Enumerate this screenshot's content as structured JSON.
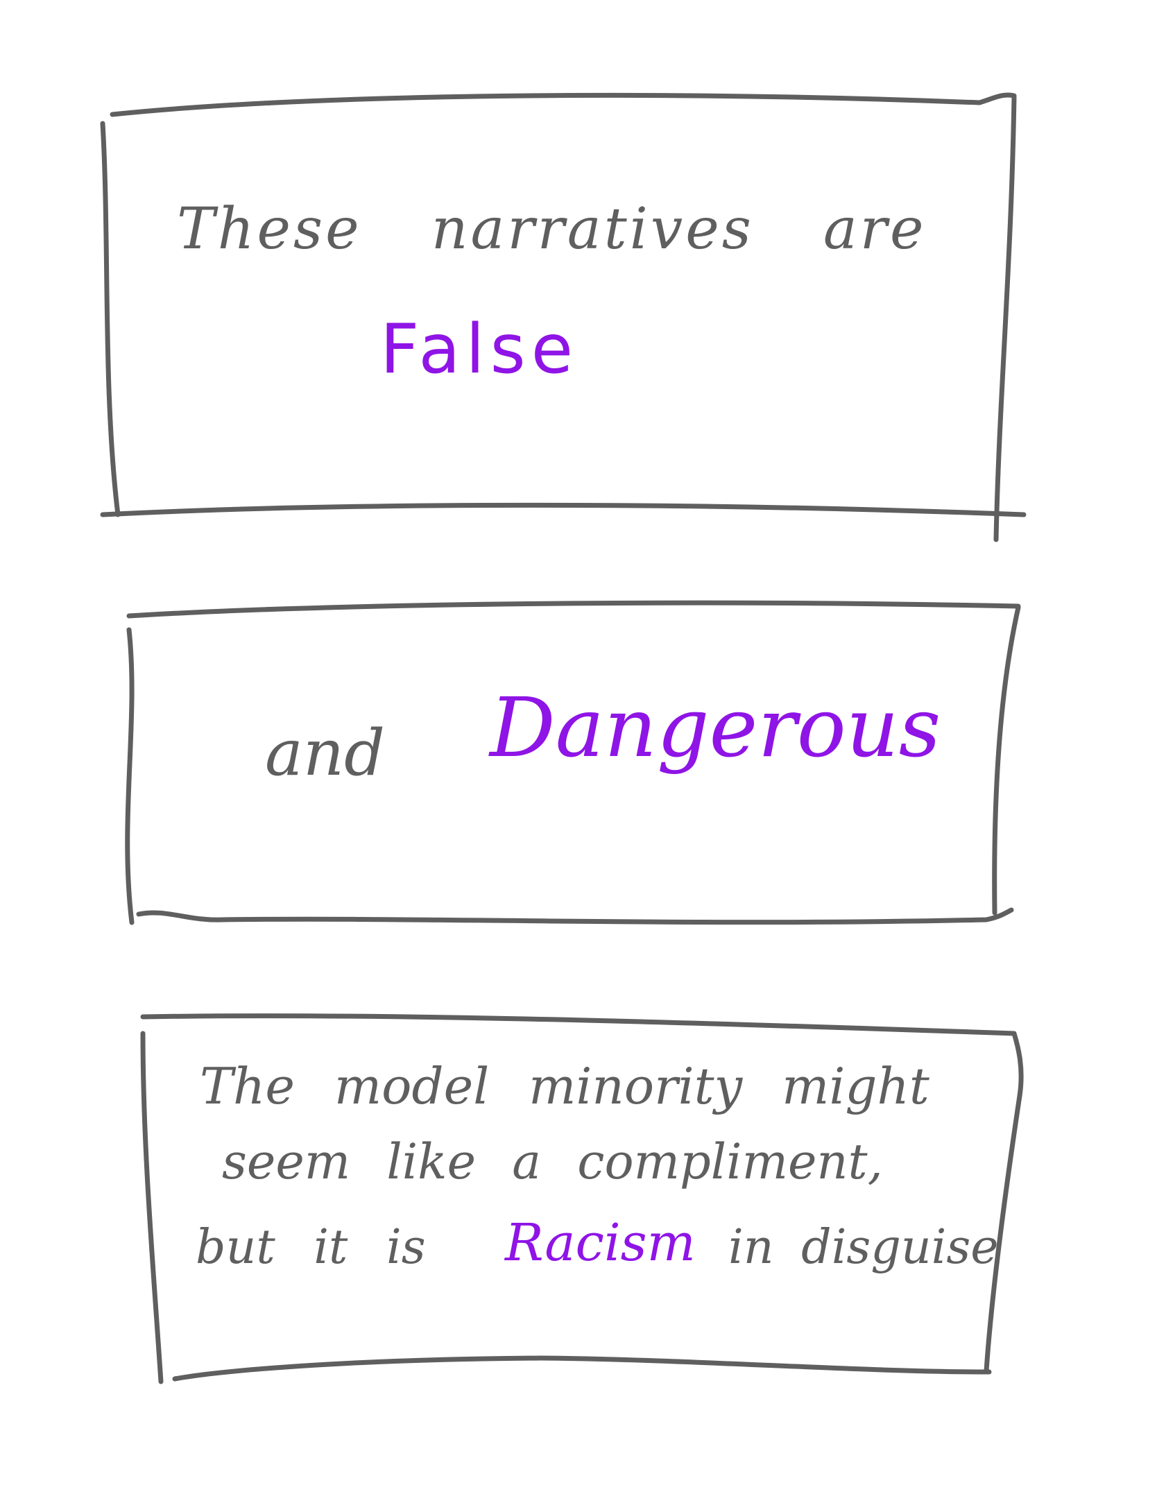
{
  "colors": {
    "ink_gray": "#5f5f5f",
    "ink_purple": "#8f14e6",
    "background": "#ffffff"
  },
  "panel1": {
    "line1": "These narratives are",
    "emphasis": "False"
  },
  "panel2": {
    "prefix": "and",
    "emphasis": "Dangerous"
  },
  "panel3": {
    "line1": "The model minority might",
    "line2": "seem like a compliment,",
    "line3_before": "but it is",
    "emphasis": "Racism",
    "line3_after": "in disguise"
  }
}
